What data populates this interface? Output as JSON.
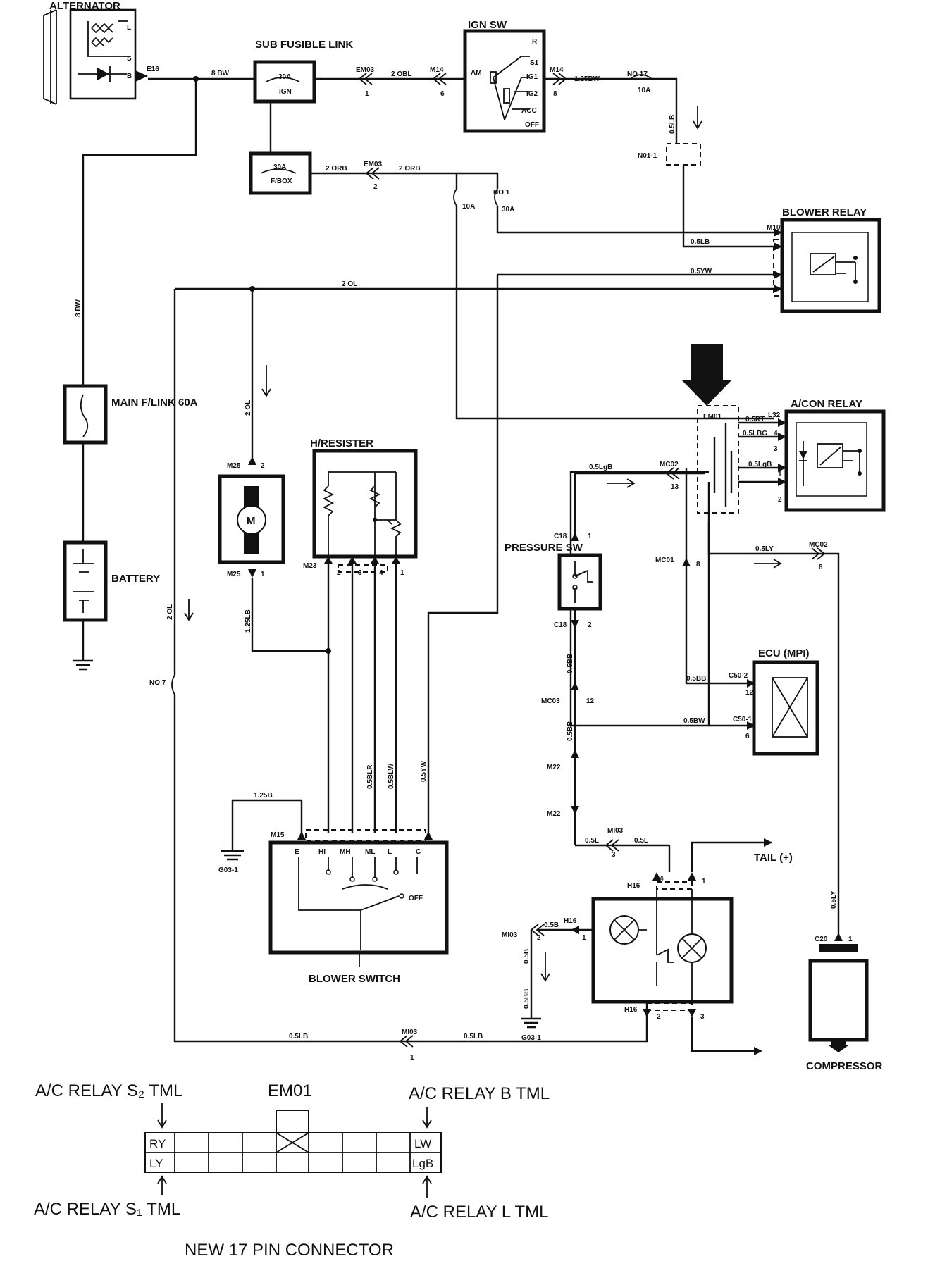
{
  "components": {
    "alternator": "ALTERNATOR",
    "sub_fusible_link": "SUB FUSIBLE LINK",
    "ign_sw": "IGN SW",
    "main_f_link": "MAIN F/LINK 60A",
    "battery": "BATTERY",
    "blower_relay": "BLOWER RELAY",
    "ac_relay": "A/CON RELAY",
    "h_resistor": "H/RESISTER",
    "pressure_sw": "PRESSURE SW",
    "ecu": "ECU (MPI)",
    "blower_switch": "BLOWER SWITCH",
    "compressor": "COMPRESSOR",
    "tail": "TAIL (+)",
    "motor": "M"
  },
  "fuses": {
    "sub_fl_rating": "30A",
    "sub_fl_ign": "IGN",
    "fbox_rating": "30A",
    "fbox_label": "F/BOX",
    "no17": "NO 17",
    "no17_rating": "10A",
    "no1": "NO 1",
    "no1_a": "10A",
    "no1_b": "30A",
    "no7": "NO 7"
  },
  "ign_terminals": [
    "R",
    "S1",
    "AM",
    "IG1",
    "IG2",
    "ACC",
    "OFF"
  ],
  "switch_terminals": [
    "E",
    "HI",
    "MH",
    "ML",
    "L",
    "C"
  ],
  "switch_off": "OFF",
  "alt_terminals": [
    "L",
    "S",
    "B"
  ],
  "wires": {
    "w8bw": "8 BW",
    "w2obl": "2 OBL",
    "w125bw": "1.25BW",
    "w05lb_a": "0.5LB",
    "w2orb_a": "2 ORB",
    "w2orb_b": "2 ORB",
    "w05lb_b": "0.5LB",
    "w05yw": "0.5YW",
    "w2ol_a": "2 OL",
    "w8bw_v": "8 BW",
    "w2ol_b": "2 OL",
    "w125lb": "1.25LB",
    "w2ol_c": "2 OL",
    "w05rt": "0.5RT",
    "w05lbg": "0.5LBG",
    "w05lgb_r": "0.5LgB",
    "w05lgb": "0.5LgB",
    "w05ly": "0.5LY",
    "w05bb": "0.5BB",
    "w05bw": "0.5BW",
    "w05bb_v1": "0.5BB",
    "w05bb_v2": "0.5BB",
    "w125b": "1.25B",
    "w05lr": "0.5BLR",
    "w05lw": "0.5BLW",
    "w05yw_v": "0.5YW",
    "w05bl": "0.5L",
    "w05l_b": "0.5L",
    "w05b": "0.5B",
    "w05b_v": "0.5B",
    "w05bb_g": "0.5BB",
    "w05lb_c": "0.5LB",
    "w05lb_d": "0.5LB",
    "w05ly_v": "0.5LY"
  },
  "connectors": {
    "e16": "E16",
    "em03_a": "EM03",
    "em03_a_pin": "1",
    "m14_a": "M14",
    "m14_a_pin": "6",
    "m14_b": "M14",
    "m14_b_pin": "8",
    "em03_b": "EM03",
    "em03_b_pin": "2",
    "n01": "N01-1",
    "m10": "M10",
    "em01": "EM01",
    "l32": "L32",
    "mc02_a": "MC02",
    "mc02_a_pin": "13",
    "mc01": "MC01",
    "mc01_pin": "8",
    "mc02_b": "MC02",
    "mc02_b_pin": "8",
    "c18_a": "C18",
    "c18_a_pin": "1",
    "c18_b": "C18",
    "c18_b_pin": "2",
    "mc03_a": "MC03",
    "mc03_a_pin": "12",
    "m22_a": "M22",
    "m22_b": "M22",
    "mi03_a": "MI03",
    "mi03_a_pin": "3",
    "c50_2": "C50-2",
    "c50_2_pin": "12",
    "c50_1": "C50-1",
    "c50_1_pin": "6",
    "m25_a": "M25",
    "m25_a_pin": "2",
    "m25_b": "M25",
    "m25_b_pin": "1",
    "m23": "M23",
    "m15": "M15",
    "g03_a": "G03-1",
    "g03_b": "G03-1",
    "h16_a": "H16",
    "h16_b": "H16",
    "h16_c": "H16",
    "mi03_b": "MI03",
    "mi03_c": "MI03",
    "mi03_c_pin": "1",
    "c20": "C20",
    "c20_pin": "1",
    "relay_pins": [
      "1",
      "2",
      "3",
      "4"
    ]
  },
  "legend": {
    "s2": "A/C RELAY S₂   TML",
    "em01": "EM01",
    "b": "A/C RELAY B   TML",
    "s1": "A/C RELAY S₁   TML",
    "l": "A/C RELAY L   TML",
    "title": "NEW 17 PIN CONNECTOR",
    "cells": [
      "RY",
      "LY",
      "LW",
      "LgB"
    ]
  }
}
